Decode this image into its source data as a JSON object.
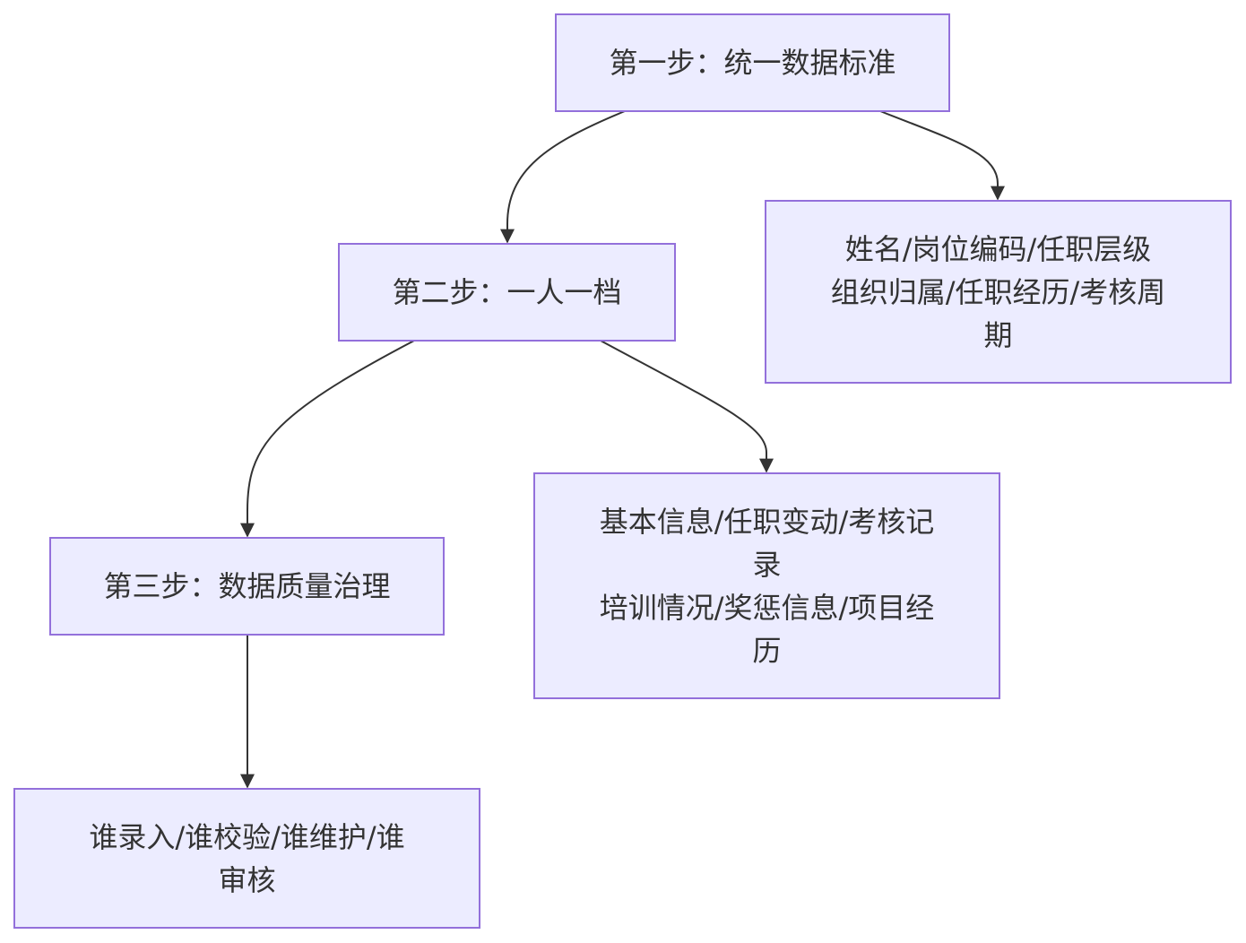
{
  "diagram": {
    "type": "flowchart",
    "direction": "top-down",
    "colors": {
      "node_fill": "#ececff",
      "node_border": "#9370db",
      "edge": "#333333",
      "text": "#333333"
    },
    "nodes": {
      "step1": {
        "label": "第一步：统一数据标准"
      },
      "standards": {
        "label": "姓名/岗位编码/任职层级\n组织归属/任职经历/考核周\n期"
      },
      "step2": {
        "label": "第二步：一人一档"
      },
      "profile": {
        "label": "基本信息/任职变动/考核记\n录\n培训情况/奖惩信息/项目经\n历"
      },
      "step3": {
        "label": "第三步：数据质量治理"
      },
      "governance": {
        "label": "谁录入/谁校验/谁维护/谁\n审核"
      }
    },
    "edges": [
      {
        "from": "step1",
        "to": "step2"
      },
      {
        "from": "step1",
        "to": "standards"
      },
      {
        "from": "step2",
        "to": "step3"
      },
      {
        "from": "step2",
        "to": "profile"
      },
      {
        "from": "step3",
        "to": "governance"
      }
    ]
  }
}
